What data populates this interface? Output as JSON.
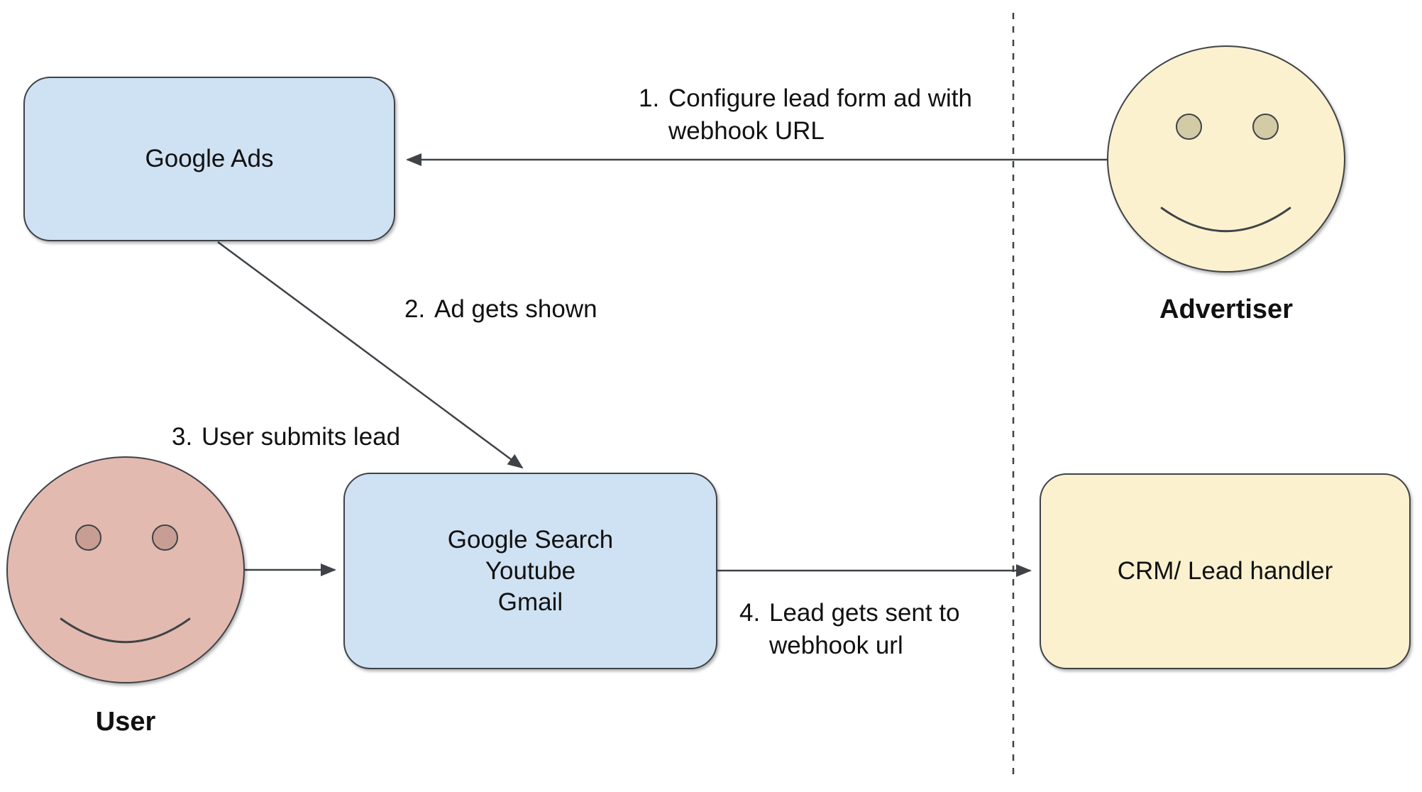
{
  "diagram": {
    "google_ads_box": {
      "label": "Google Ads"
    },
    "platforms_box": {
      "line1": "Google Search",
      "line2": "Youtube",
      "line3": "Gmail"
    },
    "crm_box": {
      "label": "CRM/ Lead handler"
    },
    "advertiser": {
      "label": "Advertiser"
    },
    "user": {
      "label": "User"
    },
    "steps": [
      {
        "num": "1.",
        "line1": "Configure lead form ad with",
        "line2": "webhook URL"
      },
      {
        "num": "2.",
        "line1": "Ad gets shown"
      },
      {
        "num": "3.",
        "line1": "User submits lead"
      },
      {
        "num": "4.",
        "line1": "Lead gets sent to",
        "line2": "webhook url"
      }
    ],
    "colors": {
      "process_box_fill": "#cfe2f3",
      "crm_box_fill": "#fbf1cf",
      "advertiser_face_fill": "#fbf1cf",
      "advertiser_eye_fill": "#d3caa6",
      "user_face_fill": "#e3bab0",
      "user_eye_fill": "#c89e94",
      "stroke": "#3f4347",
      "background": "#ffffff"
    }
  }
}
